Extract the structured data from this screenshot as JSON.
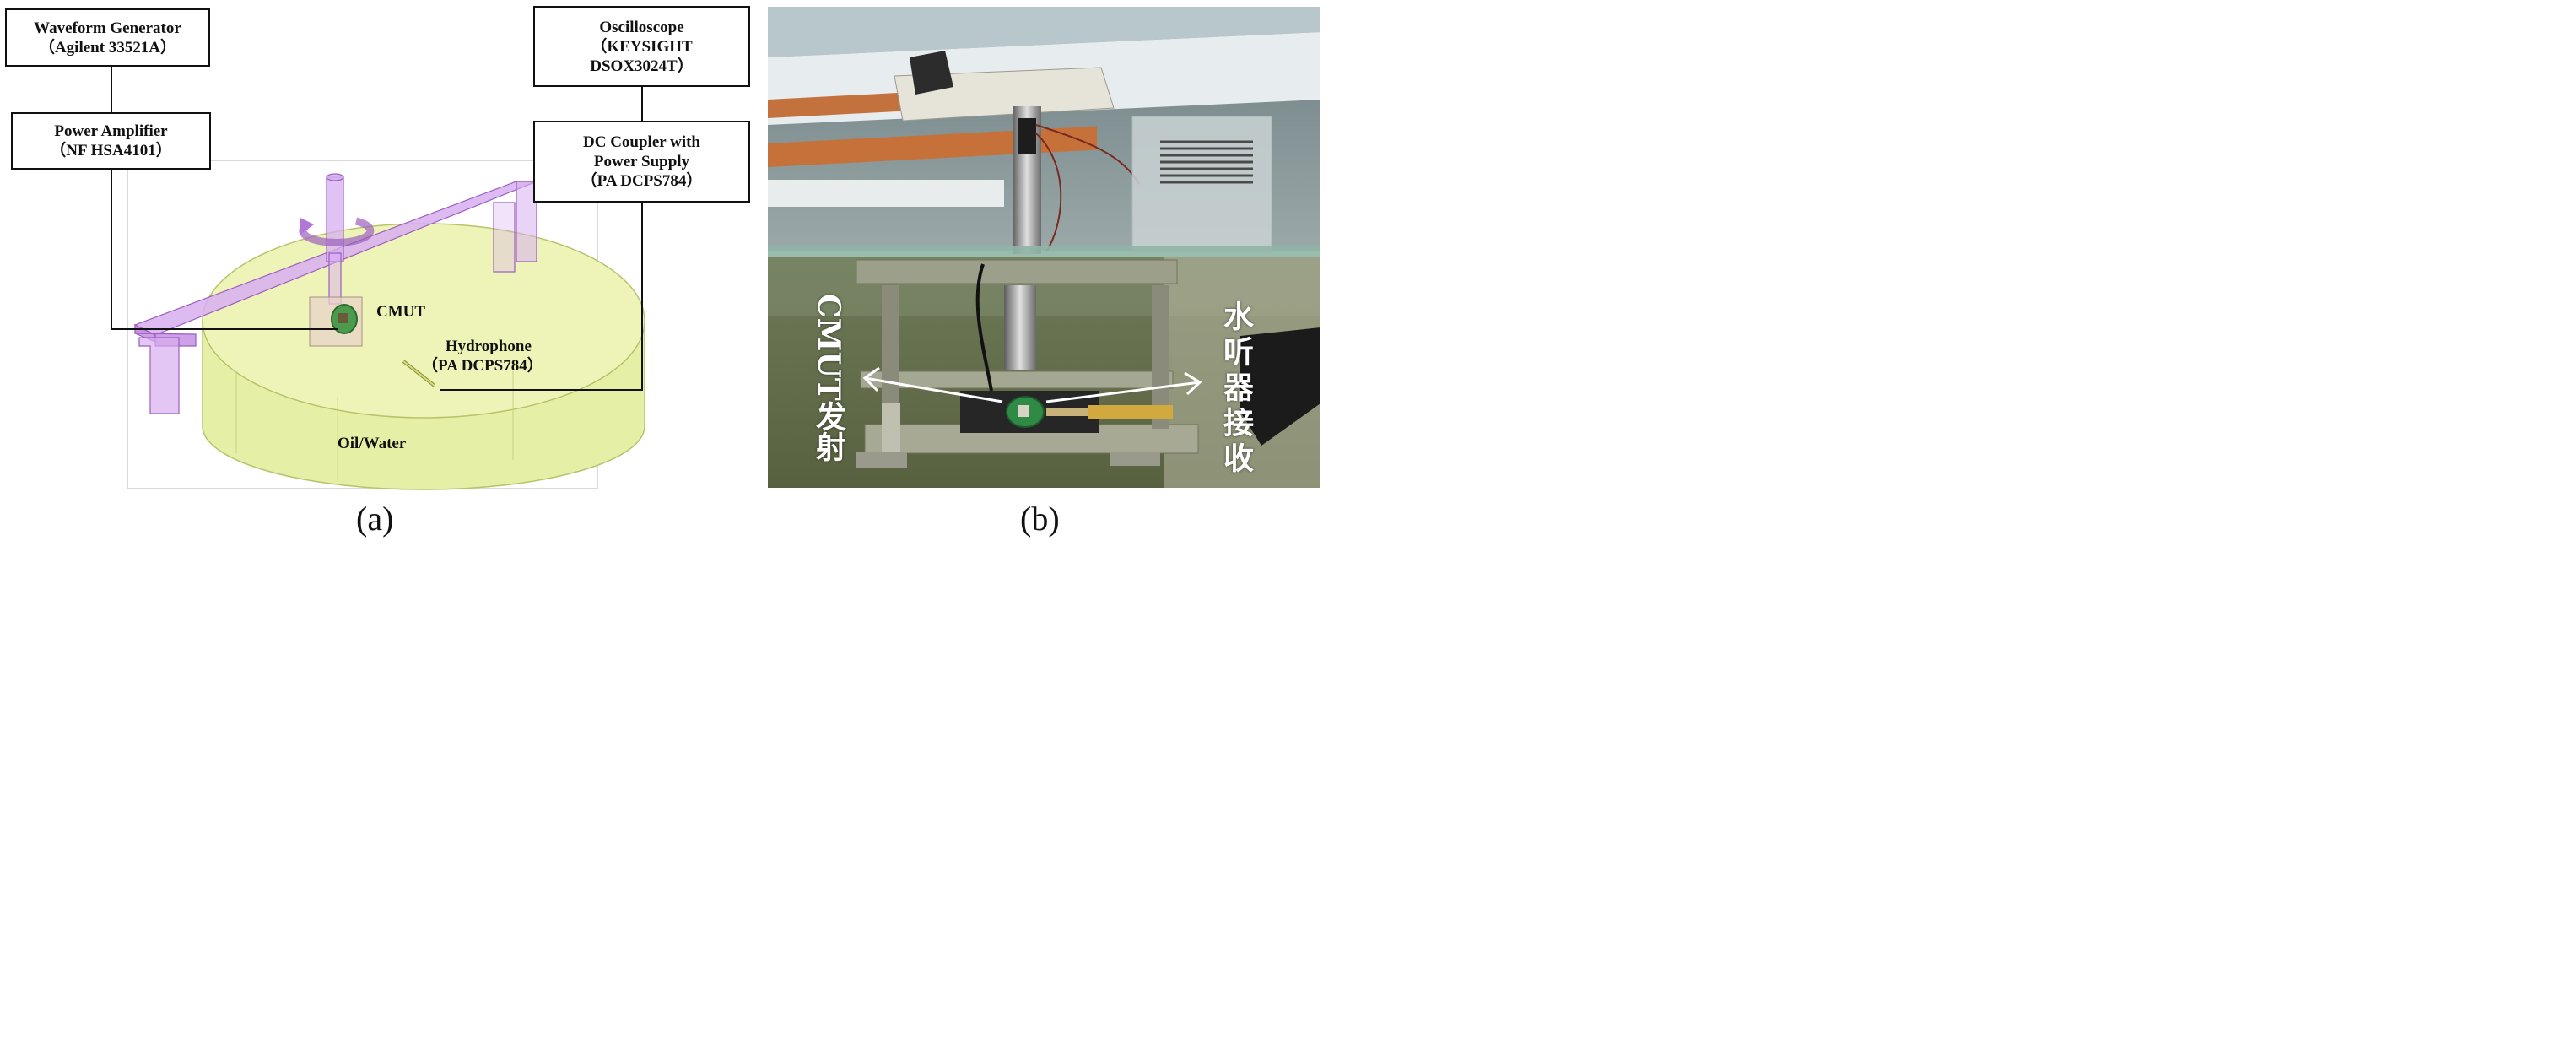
{
  "panel_a": {
    "waveform_generator": {
      "line1": "Waveform Generator",
      "line2": "（Agilent 33521A）"
    },
    "power_amplifier": {
      "line1": "Power Amplifier",
      "line2": "（NF HSA4101）"
    },
    "oscilloscope": {
      "line1": "Oscilloscope",
      "line2": "（KEYSIGHT",
      "line3": "DSOX3024T）"
    },
    "dc_coupler": {
      "line1": "DC Coupler with",
      "line2": "Power Supply",
      "line3": "（PA DCPS784）"
    },
    "cmut_label": "CMUT",
    "hydrophone": {
      "line1": "Hydrophone",
      "line2": "（PA DCPS784）"
    },
    "tank_label": "Oil/Water",
    "caption": "(a)"
  },
  "panel_b": {
    "cmut_text": "CMUT发射",
    "hydrophone_text": "水听器接收",
    "caption": "(b)"
  },
  "colors": {
    "tank_fill": "#eef4b8",
    "tank_stroke": "#b9c26a",
    "frame_fill": "#cf9bea",
    "frame_stroke": "#9b5fbf",
    "wire": "#111111",
    "transducer": "#3c8a3c"
  }
}
